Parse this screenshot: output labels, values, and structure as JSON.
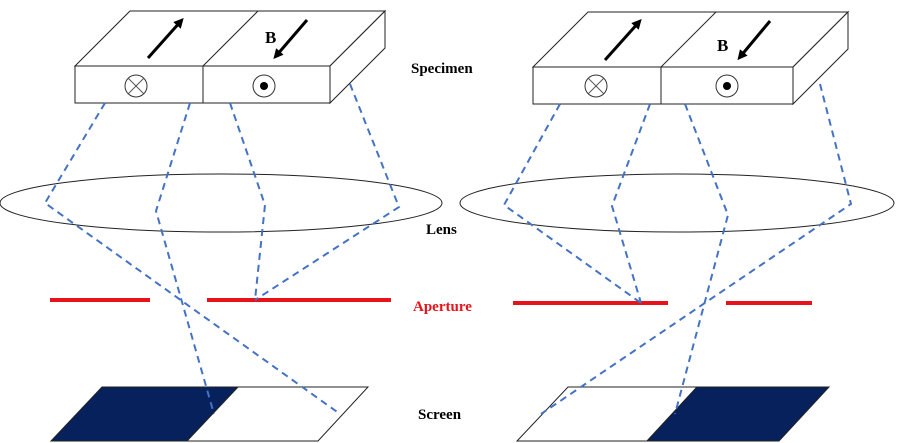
{
  "labels": {
    "specimen": "Specimen",
    "lens": "Lens",
    "aperture": "Aperture",
    "screen": "Screen",
    "field_b_left": "B",
    "field_b_right": "B"
  },
  "colors": {
    "ray": "#4472C4",
    "aperture": "#E8121B",
    "dark_domain": "#06215B",
    "light_domain": "#FFFFFF",
    "outline": "#222222"
  },
  "icons": {
    "into_page": "circle-cross-icon",
    "out_of_page": "circle-dot-icon",
    "magnetization": "arrow-icon"
  }
}
